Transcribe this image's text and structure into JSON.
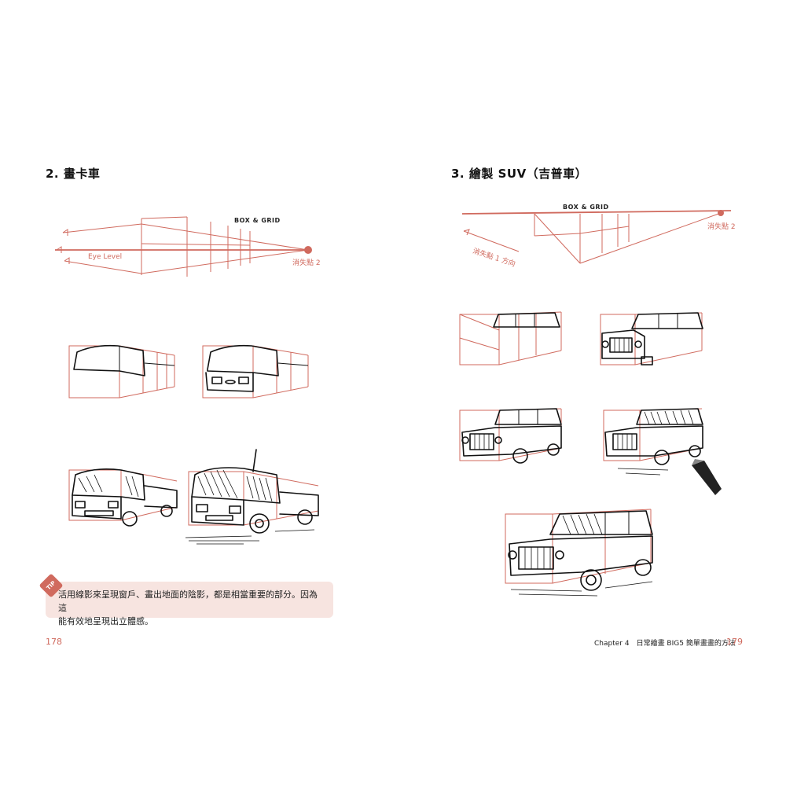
{
  "left_page": {
    "section_title": "2. 畫卡車",
    "box_grid_label": "BOX & GRID",
    "eye_level_label": "Eye Level",
    "vanishing_label": "消失點 2",
    "tip_badge": "TIP",
    "tip_text_line1": "活用線影來呈現窗戶、畫出地面的陰影，都是相當重要的部分。因為這",
    "tip_text_line2": "能有效地呈現出立體感。",
    "page_number": "178"
  },
  "right_page": {
    "section_title": "3. 繪製 SUV（吉普車）",
    "box_grid_label": "BOX & GRID",
    "vanishing2_label": "消失點 2",
    "vanishing1_label": "消失點 1 方向",
    "footer_chapter": "Chapter 4　日常繪畫 BIG5 簡單畫畫的方法",
    "page_number": "179"
  },
  "colors": {
    "accent": "#d06a5e",
    "tip_background": "#f7e4e0",
    "ink": "#111111"
  }
}
